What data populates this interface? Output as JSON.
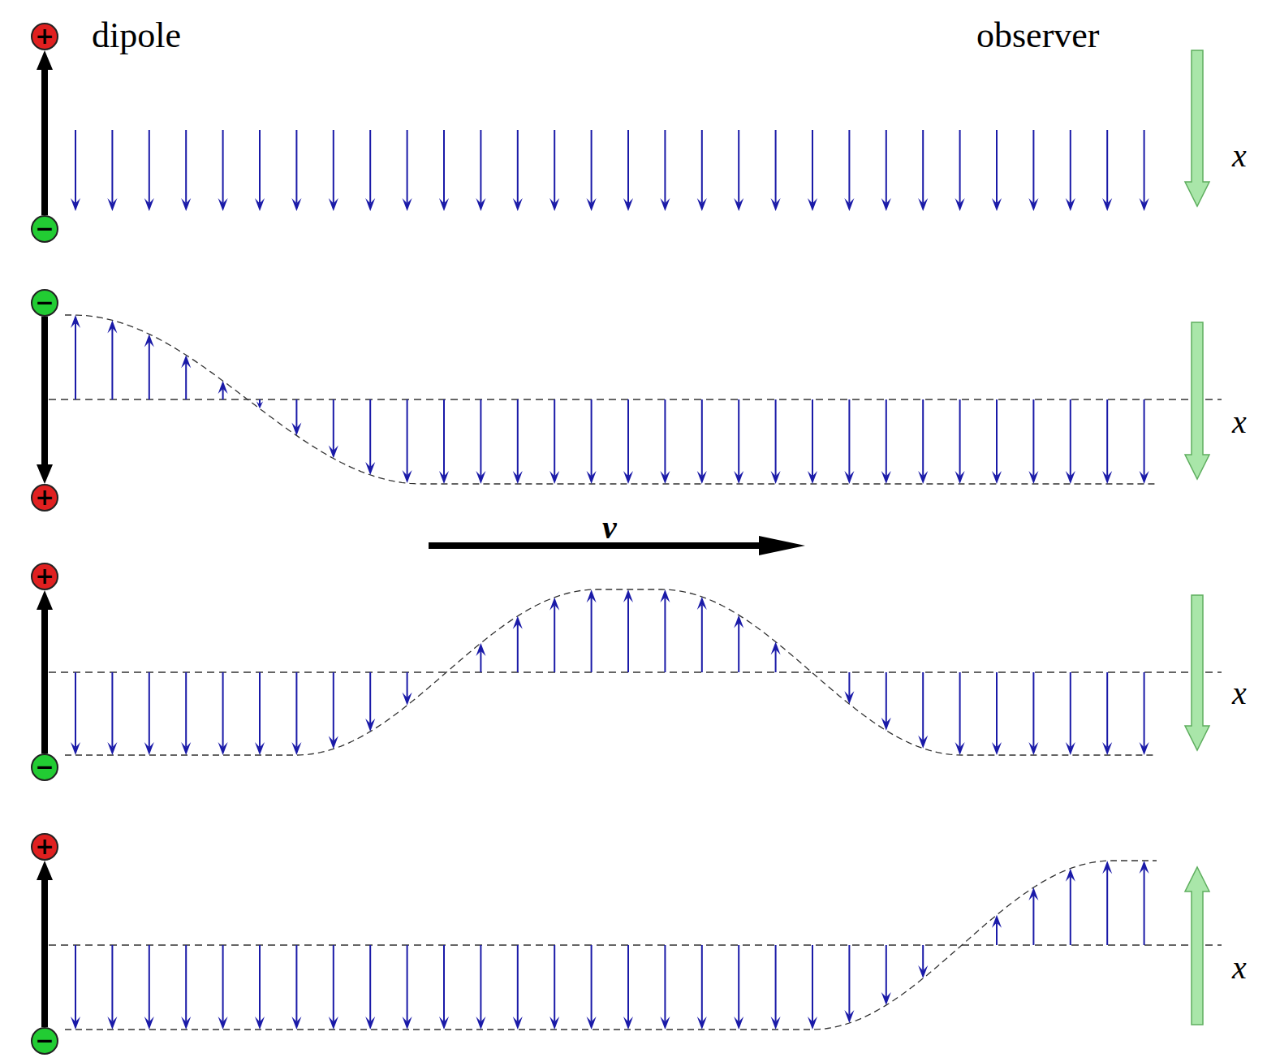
{
  "diagram": {
    "nodes": [
      {
        "text": [
          "+"
        ]
      },
      {
        "text": [
          "−"
        ]
      },
      {
        "text": [
          "−"
        ]
      },
      {
        "text": [
          "+"
        ]
      },
      {
        "text": [
          "+"
        ]
      },
      {
        "text": [
          "−"
        ]
      },
      {
        "text": [
          "+"
        ]
      },
      {
        "text": [
          "−"
        ]
      }
    ],
    "edges": [
      {
        "from": 1,
        "to": 0,
        "arrow": "to"
      },
      {
        "from": 2,
        "to": 3,
        "arrow": "to"
      },
      {
        "from": 5,
        "to": 4,
        "arrow": "to"
      },
      {
        "from": 7,
        "to": 6,
        "arrow": "to"
      }
    ],
    "labels": [
      "dipole",
      "observer",
      "x",
      "x",
      "v",
      "x",
      "x"
    ]
  }
}
